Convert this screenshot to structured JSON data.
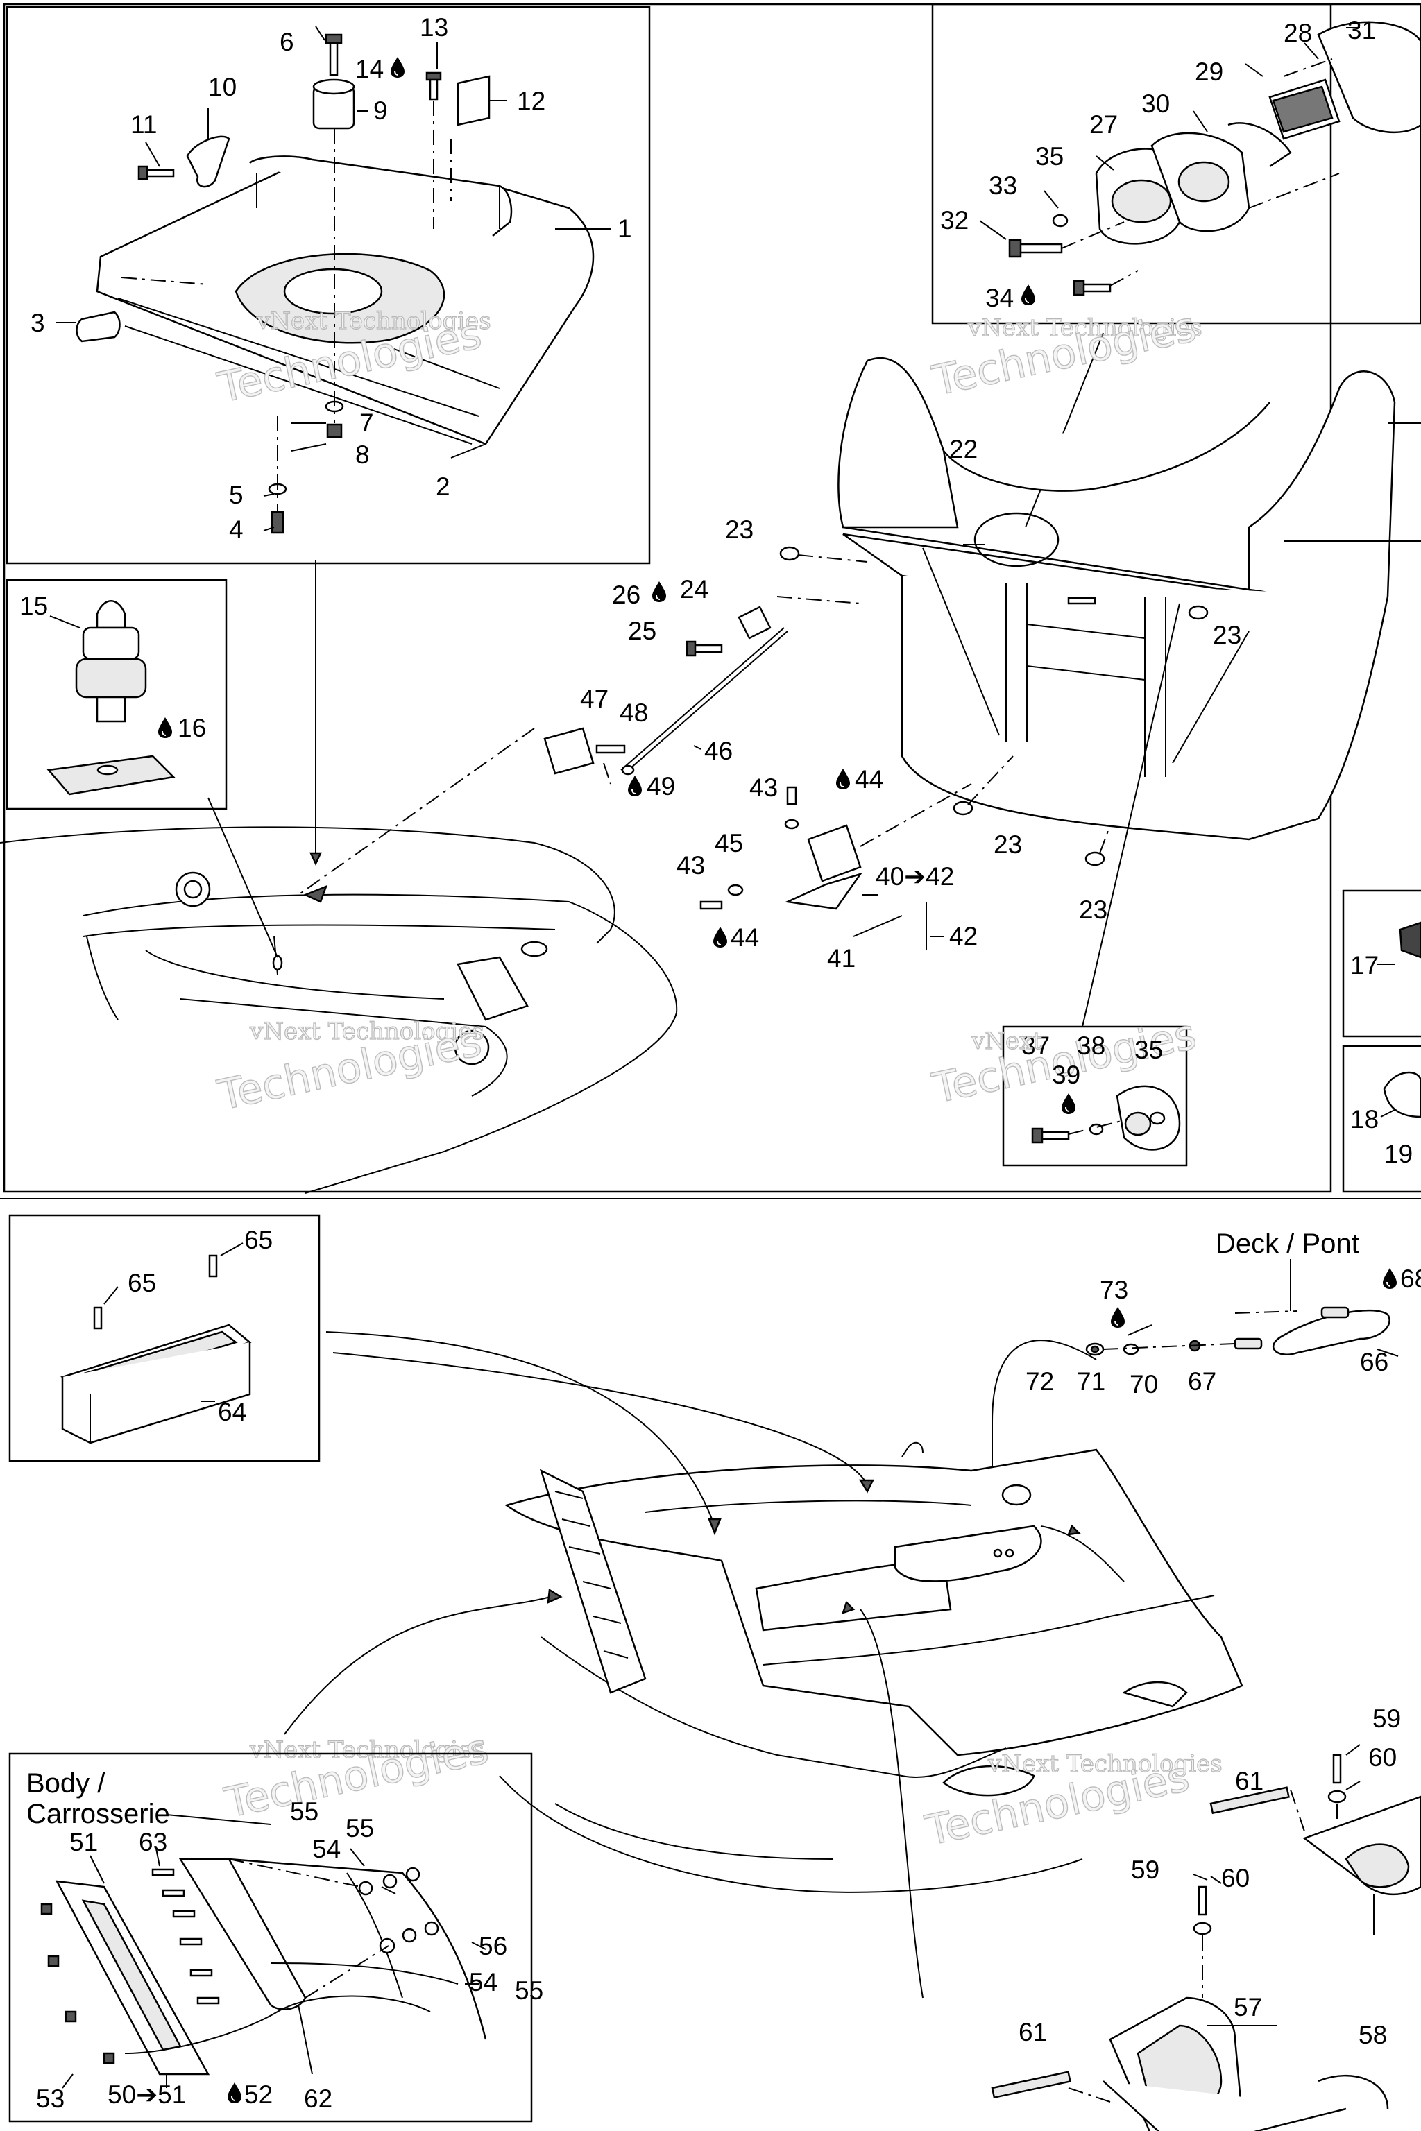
{
  "watermark": {
    "line1": "vNext",
    "line2": "Technologies",
    "combined": "vNext Technologies"
  },
  "section_labels": {
    "deck": "Deck / Pont",
    "body_line1": "Body /",
    "body_line2": "Carrosserie"
  },
  "callouts": {
    "c1": "1",
    "c2": "2",
    "c3": "3",
    "c4": "4",
    "c5": "5",
    "c6": "6",
    "c7": "7",
    "c8": "8",
    "c9": "9",
    "c10": "10",
    "c11": "11",
    "c12": "12",
    "c13": "13",
    "c14": "14",
    "c15": "15",
    "c16": "16",
    "c17": "17",
    "c18": "18",
    "c19": "19",
    "c22": "22",
    "c23a": "23",
    "c23b": "23",
    "c23c": "23",
    "c23d": "23",
    "c24": "24",
    "c25": "25",
    "c26": "26",
    "c27": "27",
    "c28": "28",
    "c29": "29",
    "c30": "30",
    "c31": "31",
    "c32": "32",
    "c33": "33",
    "c34": "34",
    "c35": "35",
    "c35b": "35",
    "c37": "37",
    "c38": "38",
    "c39": "39",
    "c40": "40➔42",
    "c41": "41",
    "c42": "42",
    "c43a": "43",
    "c43b": "43",
    "c44a": "44",
    "c44b": "44",
    "c45": "45",
    "c46": "46",
    "c47": "47",
    "c48": "48",
    "c49": "49",
    "c50": "50➔51",
    "c51a": "51",
    "c52": "52",
    "c53": "53",
    "c54a": "54",
    "c54b": "54",
    "c55a": "55",
    "c55b": "55",
    "c55c": "55",
    "c56": "56",
    "c57": "57",
    "c58": "58",
    "c59a": "59",
    "c59b": "59",
    "c60a": "60",
    "c60b": "60",
    "c61a": "61",
    "c61b": "61",
    "c62": "62",
    "c63": "63",
    "c64": "64",
    "c65a": "65",
    "c65b": "65",
    "c66": "66",
    "c67": "67",
    "c68": "68",
    "c70": "70",
    "c71": "71",
    "c72": "72",
    "c73": "73"
  },
  "icons": [
    "drop-icon",
    "arrow-icon"
  ]
}
